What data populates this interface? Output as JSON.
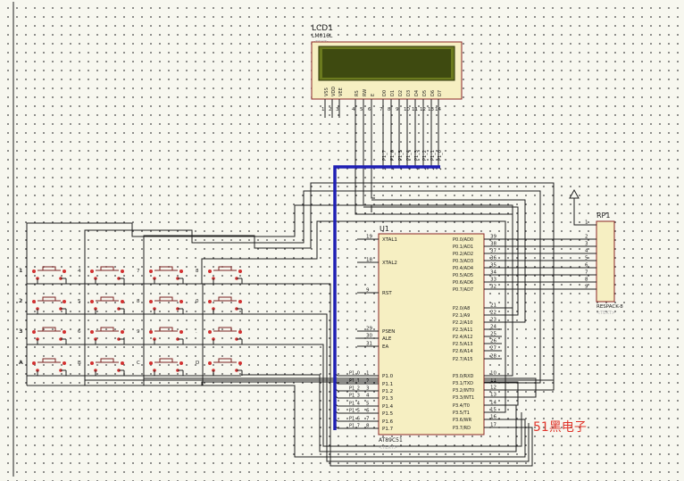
{
  "lcd": {
    "ref": "LCD1",
    "part": "LM016L",
    "text_tag": "<TEXT>",
    "pin_names": [
      "VSS",
      "VDD",
      "VEE",
      "RS",
      "RW",
      "E",
      "D0",
      "D1",
      "D2",
      "D3",
      "D4",
      "D5",
      "D6",
      "D7"
    ],
    "pin_numbers": [
      "1",
      "2",
      "3",
      "4",
      "5",
      "6",
      "7",
      "8",
      "9",
      "10",
      "11",
      "12",
      "13",
      "14"
    ]
  },
  "bus_labels": [
    "P1_7",
    "P1_6",
    "P1_5",
    "P1_4",
    "P1_3",
    "P1_2",
    "P1_1",
    "P1_0"
  ],
  "mcu": {
    "ref": "U1",
    "part": "AT89C51",
    "text_tag": "<TEXT>",
    "left_pins": [
      {
        "num": "19",
        "name": "XTAL1"
      },
      {
        "num": "18",
        "name": "XTAL2"
      },
      {
        "num": "9",
        "name": "RST"
      },
      {
        "num": "29",
        "name": "PSEN"
      },
      {
        "num": "30",
        "name": "ALE"
      },
      {
        "num": "31",
        "name": "EA"
      },
      {
        "num": "1",
        "name": "P1.0"
      },
      {
        "num": "2",
        "name": "P1.1"
      },
      {
        "num": "3",
        "name": "P1.2"
      },
      {
        "num": "4",
        "name": "P1.3"
      },
      {
        "num": "5",
        "name": "P1.4"
      },
      {
        "num": "6",
        "name": "P1.5"
      },
      {
        "num": "7",
        "name": "P1.6"
      },
      {
        "num": "8",
        "name": "P1.7"
      }
    ],
    "right_pins": [
      {
        "num": "39",
        "name": "P0.0/AD0"
      },
      {
        "num": "38",
        "name": "P0.1/AD1"
      },
      {
        "num": "37",
        "name": "P0.2/AD2"
      },
      {
        "num": "36",
        "name": "P0.3/AD3"
      },
      {
        "num": "35",
        "name": "P0.4/AD4"
      },
      {
        "num": "34",
        "name": "P0.5/AD5"
      },
      {
        "num": "33",
        "name": "P0.6/AD6"
      },
      {
        "num": "32",
        "name": "P0.7/AD7"
      },
      {
        "num": "21",
        "name": "P2.0/A8"
      },
      {
        "num": "22",
        "name": "P2.1/A9"
      },
      {
        "num": "23",
        "name": "P2.2/A10"
      },
      {
        "num": "24",
        "name": "P2.3/A11"
      },
      {
        "num": "25",
        "name": "P2.4/A12"
      },
      {
        "num": "26",
        "name": "P2.5/A13"
      },
      {
        "num": "27",
        "name": "P2.6/A14"
      },
      {
        "num": "28",
        "name": "P2.7/A15"
      },
      {
        "num": "10",
        "name": "P3.0/RXD"
      },
      {
        "num": "11",
        "name": "P3.1/TXD"
      },
      {
        "num": "12",
        "name": "P3.2/INT0"
      },
      {
        "num": "13",
        "name": "P3.3/INT1"
      },
      {
        "num": "14",
        "name": "P3.4/T0"
      },
      {
        "num": "15",
        "name": "P3.5/T1"
      },
      {
        "num": "16",
        "name": "P3.6/WR"
      },
      {
        "num": "17",
        "name": "P3.7/RD"
      }
    ],
    "p1_net_labels": [
      "P1_7",
      "P1_6",
      "P1_5",
      "P1_4",
      "P1_3",
      "P1_2",
      "P1_1",
      "P1_0"
    ]
  },
  "rp": {
    "ref": "RP1",
    "part": "RESPACK-8",
    "text_tag": "<TEXT>",
    "pin_numbers": [
      "1",
      "2",
      "3",
      "4",
      "5",
      "6",
      "7",
      "8",
      "9"
    ]
  },
  "keypad": {
    "row_labels": [
      "1",
      "2",
      "3",
      "A"
    ],
    "keys": [
      [
        "1",
        "4",
        "7",
        "8"
      ],
      [
        "2",
        "5",
        "8",
        "0"
      ],
      [
        "3",
        "6",
        "9",
        "."
      ],
      [
        "A",
        "B",
        "C",
        "D"
      ]
    ]
  },
  "watermark": "51黑电子",
  "colors": {
    "wire": "#1f1f1f",
    "body_border": "#8b2525",
    "bus": "#1f1fb4",
    "lcd_screen": "#3e4a10",
    "button_pin": "#d23030",
    "watermark": "#e0342a"
  }
}
